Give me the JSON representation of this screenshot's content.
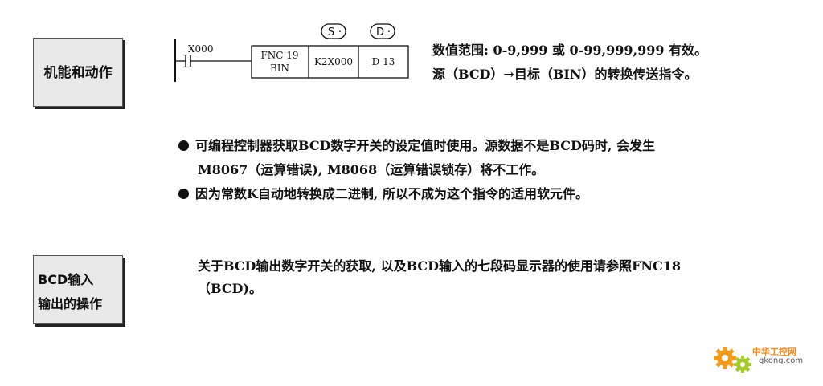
{
  "sections": [
    {
      "title": "机能和动作"
    },
    {
      "title_line1": "BCD输入",
      "title_line2": "输出的操作"
    }
  ],
  "ladder": {
    "contact": "X000",
    "fnc_line1": "FNC 19",
    "fnc_line2": "BIN",
    "source": "K2X000",
    "dest": "D 13",
    "src_label": "S",
    "dst_label": "D",
    "dot": "·"
  },
  "description": {
    "line1": "数值范围: 0-9,999 或 0-99,999,999 有效。",
    "line2": "源（BCD）→目标（BIN）的转换传送指令。"
  },
  "notes": {
    "bullet1_line1": "可编程控制器获取BCD数字开关的设定值时使用。源数据不是BCD码时, 会发生",
    "bullet1_line2": "M8067（运算错误),  M8068（运算错误锁存）将不工作。",
    "bullet2": "因为常数K自动地转换成二进制, 所以不成为这个指令的适用软元件。"
  },
  "reference": {
    "line1": "关于BCD输出数字开关的获取, 以及BCD输入的七段码显示器的使用请参照FNC18",
    "line2": "（BCD)。"
  },
  "watermark": {
    "brand": "中华工控网",
    "domain": "gkong.com"
  }
}
